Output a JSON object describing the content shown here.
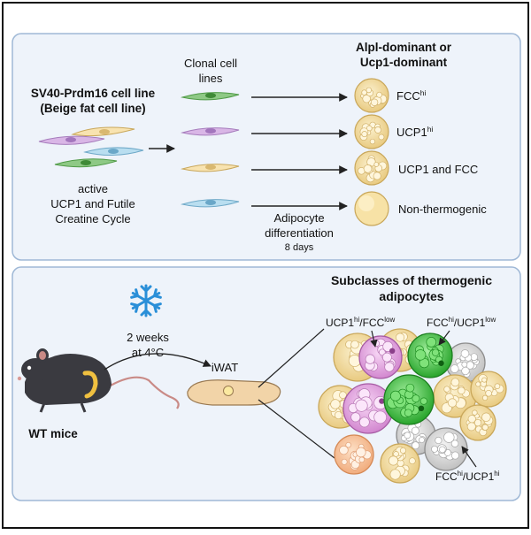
{
  "colors": {
    "panel_fill": "#eef3fa",
    "panel_stroke": "#9fb8d6",
    "adipocyte_fill": "#f3dfa8",
    "adipocyte_stroke": "#c9a75a",
    "ucp1_pink": "#e9a9e6",
    "fcc_green": "#2fb82f",
    "snowflake": "#2a8fd8",
    "mouse": "#3a3a40",
    "iwat": "#f2d4a8"
  },
  "top_panel": {
    "source_title_line1": "SV40-Prdm16 cell line",
    "source_title_line2": "(Beige fat cell line)",
    "source_caption_line1": "active",
    "source_caption_line2": "UCP1 and Futile",
    "source_caption_line3": "Creatine Cycle",
    "clonal_label_line1": "Clonal cell",
    "clonal_label_line2": "lines",
    "dominant_title_line1": "Alpl-dominant or",
    "dominant_title_line2": "Ucp1-dominant",
    "diff_label_line1": "Adipocyte",
    "diff_label_line2": "differentiation",
    "diff_days": "8 days",
    "outcomes": [
      {
        "label": "FCC",
        "sup": "hi"
      },
      {
        "label": "UCP1",
        "sup": "hi"
      },
      {
        "label": "UCP1 and FCC",
        "sup": ""
      },
      {
        "label": "Non-thermogenic",
        "sup": ""
      }
    ]
  },
  "bottom_panel": {
    "title_line1": "Subclasses of thermogenic",
    "title_line2": "adipocytes",
    "cold_line1": "2 weeks",
    "cold_line2": "at 4°C",
    "iwat_label": "iWAT",
    "mouse_label": "WT mice",
    "subclass_ucp1": {
      "a": "UCP1",
      "a_sup": "hi",
      "b": "/FCC",
      "b_sup": "low"
    },
    "subclass_fcc": {
      "a": "FCC",
      "a_sup": "hi",
      "b": "/UCP1",
      "b_sup": "low"
    },
    "subclass_both": {
      "a": "FCC",
      "a_sup": "hi",
      "b": "/UCP1",
      "b_sup": "hi"
    }
  },
  "icons": [
    "snowflake-icon",
    "mouse-icon",
    "adipocyte-icon",
    "cell-icon"
  ]
}
